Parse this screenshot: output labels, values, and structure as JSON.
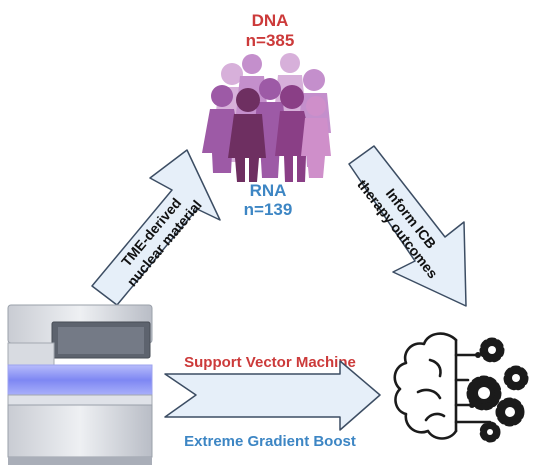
{
  "dna": {
    "label": "DNA",
    "count": "n=385",
    "color": "#cc3a3a"
  },
  "rna": {
    "label": "RNA",
    "count": "n=139",
    "color": "#3d86c4"
  },
  "arrows": {
    "left_line1": "TME-derived",
    "left_line2": "nuclear material",
    "right_line1": "Inform ICB",
    "right_line2": "therapy outcomes"
  },
  "models": {
    "svm": "Support Vector Machine",
    "svm_color": "#cc3a3a",
    "xgb": "Extreme Gradient Boost",
    "xgb_color": "#3d86c4"
  },
  "colors": {
    "arrow_fill": "#e6eff9",
    "arrow_stroke": "#3c4d63",
    "people": [
      "#c7a2cf",
      "#b47cc0",
      "#8e4a93",
      "#6e2f61",
      "#d59bcf"
    ],
    "sequencer_light": "#8d95f5"
  },
  "icons": [
    "people-group-icon",
    "sequencer-icon",
    "brain-gears-icon"
  ]
}
